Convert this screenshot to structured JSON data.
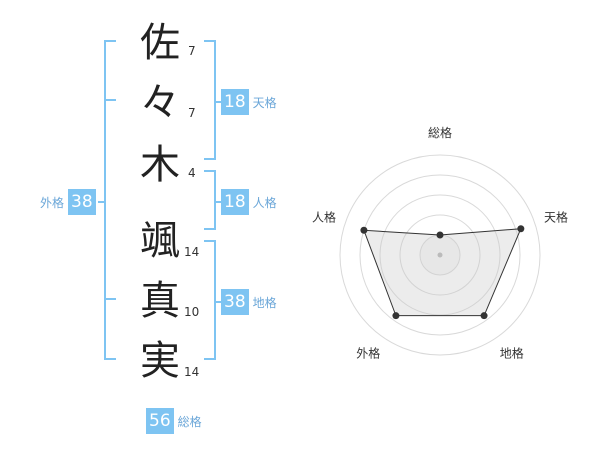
{
  "name": {
    "chars": [
      {
        "char": "佐",
        "strokes": "7"
      },
      {
        "char": "々",
        "strokes": "7"
      },
      {
        "char": "木",
        "strokes": "4"
      },
      {
        "char": "颯",
        "strokes": "14"
      },
      {
        "char": "真",
        "strokes": "10"
      },
      {
        "char": "実",
        "strokes": "14"
      }
    ]
  },
  "scores": {
    "tenkaku": {
      "value": "18",
      "label": "天格"
    },
    "jinkaku": {
      "value": "18",
      "label": "人格"
    },
    "chikaku": {
      "value": "38",
      "label": "地格"
    },
    "gaikaku": {
      "value": "38",
      "label": "外格"
    },
    "soukaku": {
      "value": "56",
      "label": "総格"
    }
  },
  "colors": {
    "accent": "#7ec4f2",
    "label": "#6aa6d8"
  },
  "chart_data": {
    "type": "radar",
    "axes": [
      "総格",
      "天格",
      "地格",
      "外格",
      "人格"
    ],
    "values": [
      0.2,
      0.85,
      0.75,
      0.75,
      0.8
    ],
    "range": [
      0,
      1
    ],
    "rings": 5,
    "grid": true
  }
}
